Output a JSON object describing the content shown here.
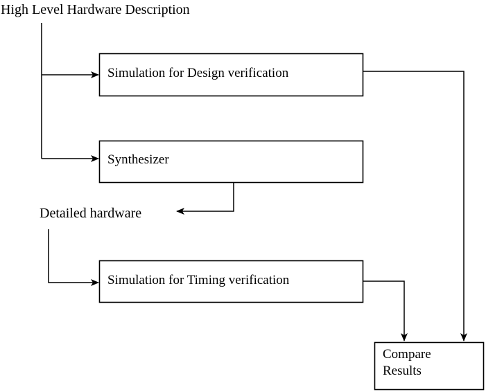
{
  "diagram": {
    "title": "High Level Hardware Description",
    "free_labels": [
      {
        "id": "detailed-hardware",
        "text": "Detailed hardware"
      }
    ],
    "nodes": [
      {
        "id": "sim-design",
        "label": "Simulation for Design verification"
      },
      {
        "id": "synthesizer",
        "label": "Synthesizer"
      },
      {
        "id": "sim-timing",
        "label": "Simulation for Timing verification"
      },
      {
        "id": "compare-results",
        "line1": "Compare",
        "line2": "Results"
      }
    ],
    "colors": {
      "background": "#ffffff",
      "stroke": "#000000",
      "text": "#000000"
    }
  }
}
